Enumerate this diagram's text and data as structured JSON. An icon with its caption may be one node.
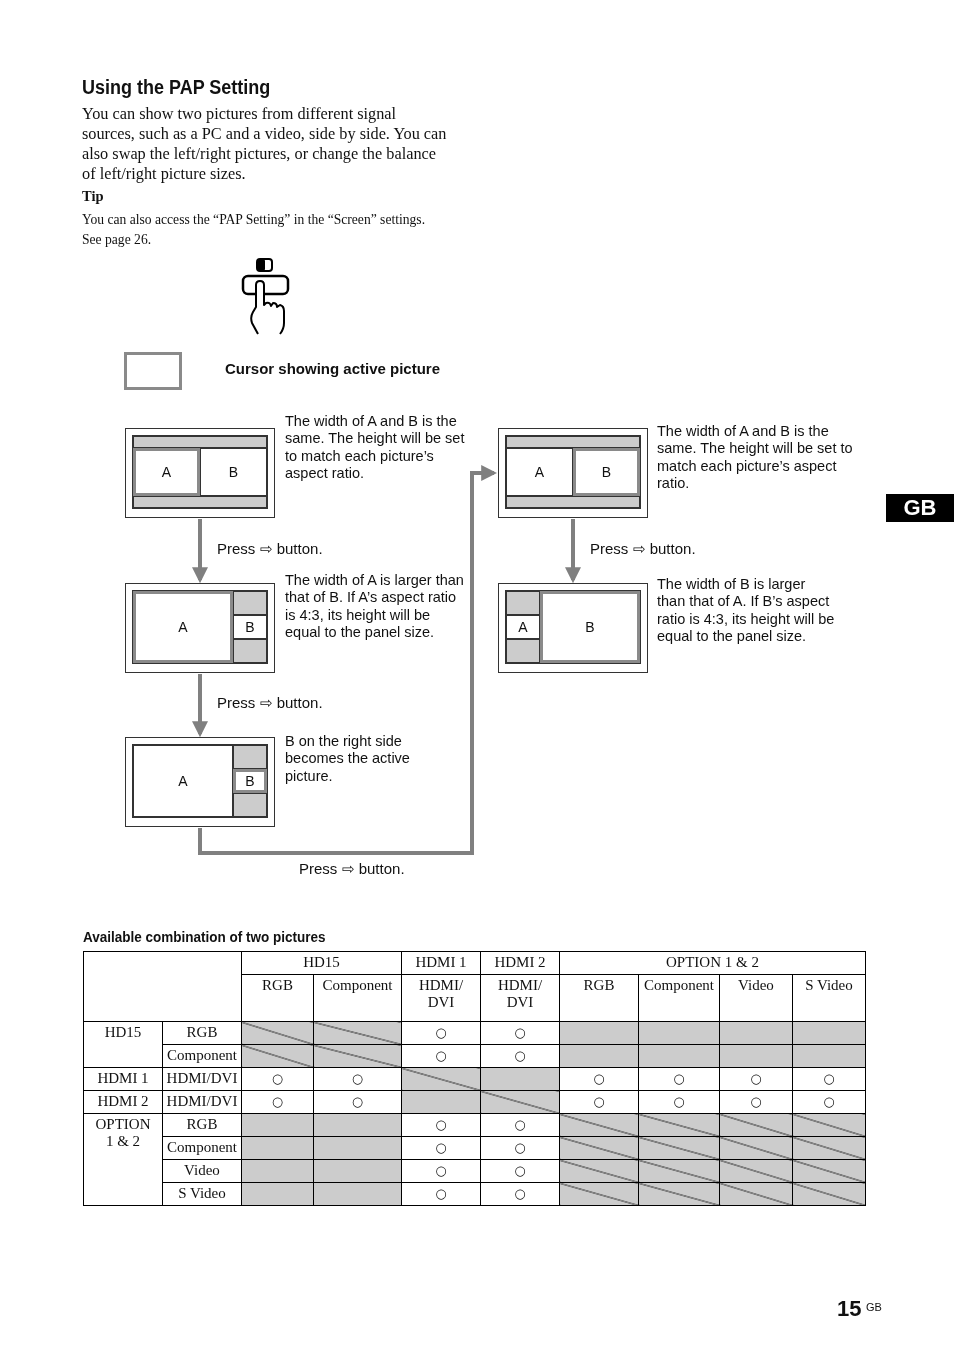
{
  "diagram": {
    "title": "Using the PAP Setting",
    "nodes": [
      {
        "text": [],
        "shape": "box",
        "beside": [
          "The width of A and B is the same. The height will be set to match each picture’s aspect ratio."
        ]
      },
      {
        "text": [
          "A"
        ],
        "in": 0
      },
      {
        "text": [
          "B"
        ],
        "in": 0
      },
      {
        "text": [],
        "shape": "box",
        "beside": [
          "The width of A is larger than that of B. If A’s aspect ratio is 4:3, its height will be equal to the panel size."
        ]
      },
      {
        "text": [
          "A"
        ],
        "in": 3
      },
      {
        "text": [
          "B"
        ],
        "in": 3
      },
      {
        "text": [],
        "shape": "box",
        "beside": [
          "B on the right side becomes the active picture."
        ]
      },
      {
        "text": [
          "A"
        ],
        "in": 6
      },
      {
        "text": [
          "B"
        ],
        "in": 6
      },
      {
        "text": [],
        "shape": "box",
        "beside": [
          "The width of A and B is the same. The height will be set to match each picture’s aspect ratio."
        ]
      },
      {
        "text": [
          "A"
        ],
        "in": 9
      },
      {
        "text": [
          "B"
        ],
        "in": 9
      },
      {
        "text": [],
        "shape": "box",
        "beside": [
          "The width of B is larger than that of A. If B’s aspect ratio is 4:3, its height will be equal to the panel size."
        ]
      },
      {
        "text": [
          "A"
        ],
        "in": 12
      },
      {
        "text": [
          "B"
        ],
        "in": 12
      }
    ],
    "edges": [
      {
        "from": 0,
        "to": 3,
        "arrow": "to",
        "label": "Press ⇨ button."
      },
      {
        "from": 3,
        "to": 6,
        "arrow": "to",
        "label": "Press ⇨ button."
      },
      {
        "from": 6,
        "to": 9,
        "arrow": "to",
        "label": "Press ⇨ button."
      },
      {
        "from": 9,
        "to": 12,
        "arrow": "to",
        "label": "Press ⇨ button."
      }
    ],
    "labels": [
      "You can show two pictures from different signal sources, such as a PC and a video, side by side. You can also swap the left/right pictures, or change the balance of left/right picture sizes.",
      "Tip",
      "You can also access the “PAP Setting” in the “Screen” settings. See page 26.",
      "GB",
      "Available combination of two pictures",
      "HD15",
      "HDMI 1",
      "HDMI 2",
      "OPTION 1 & 2",
      "RGB",
      "Component",
      "HDMI/ DVI",
      "HDMI/ DVI",
      "RGB",
      "Component",
      "Video",
      "S Video",
      "HD15",
      "RGB",
      "○",
      "○",
      "Component",
      "○",
      "○",
      "HDMI 1",
      "HDMI/DVI",
      "○",
      "○",
      "○",
      "○",
      "○",
      "○",
      "HDMI 2",
      "HDMI/DVI",
      "○",
      "○",
      "○",
      "○",
      "○",
      "○",
      "OPTION 1 & 2",
      "RGB",
      "○",
      "○",
      "Component",
      "○",
      "○",
      "Video",
      "○",
      "○",
      "S Video",
      "○",
      "○",
      "15",
      "GB"
    ],
    "legend": [
      {
        "text": "Cursor showing active picture"
      }
    ]
  }
}
